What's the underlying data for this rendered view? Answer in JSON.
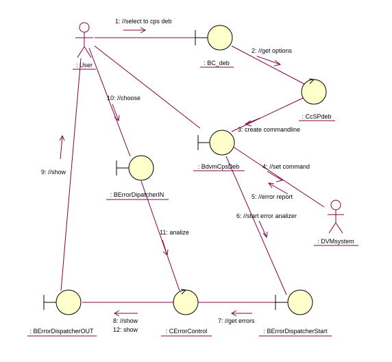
{
  "colors": {
    "link": "#800040",
    "object_fill": "#ffffcc",
    "outline": "#000000"
  },
  "objects": {
    "user": ": User",
    "bc_deb": ": BC_deb",
    "ccspdeb": ": CcSPdeb",
    "bdvmcpsdeb": ": BdvmCpsDeb",
    "dvmsystem": ": DVMsystem",
    "berrordipatcherin": ": BErrorDipatcherIN",
    "berrordispatcherout": ": BErrorDispatcherOUT",
    "cerrorcontrol": ": CErrorControl",
    "berrordispatcherstart": ": BErrorDispatcherStart"
  },
  "messages": {
    "m1": "1: //select to cps deb",
    "m2": "2: //get options",
    "m3": "3: create commandline",
    "m4": "4: //set command",
    "m5": "5: //error report",
    "m6": "6: //start error analizer",
    "m7": "7: //get errors",
    "m8": "8: //show",
    "m12": "12: show",
    "m9": "9: //show",
    "m10": "10: //choose",
    "m11": "11: analize"
  }
}
